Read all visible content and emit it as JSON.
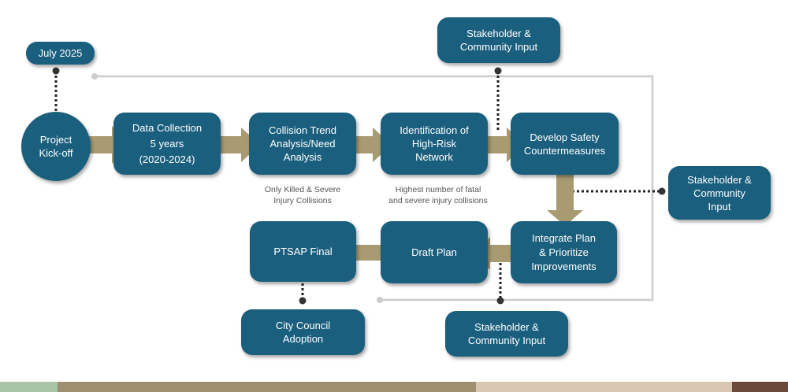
{
  "diagram": {
    "title": "PTSAP process flow",
    "nodes": {
      "start_date": "July 2025",
      "kickoff": "Project\nKick-off",
      "data_collection": "Data Collection\n5 years\n(2020-2024)",
      "collision_trend": "Collision Trend\nAnalysis/Need\nAnalysis",
      "high_risk": "Identification of\nHigh-Risk\nNetwork",
      "countermeasures": "Develop Safety\nCountermeasures",
      "integrate": "Integrate Plan\n& Prioritize\nImprovements",
      "draft_plan": "Draft Plan",
      "ptsap_final": "PTSAP Final",
      "council": "City Council\nAdoption",
      "stakeholder_top": "Stakeholder &\nCommunity Input",
      "stakeholder_right": "Stakeholder  &\nCommunity\nInput",
      "stakeholder_bottom": "Stakeholder  &\nCommunity Input"
    },
    "notes": {
      "collision_trend": "Only Killed & Severe\nInjury Collisions",
      "high_risk": "Highest number of fatal\nand severe injury collisions"
    },
    "colors": {
      "node": "#1a5f7e",
      "arrow": "#a89b72",
      "connector": "#cccccc",
      "footer": [
        "#a8c5a8",
        "#a08f6e",
        "#d9c7b2",
        "#6b4a3c"
      ]
    }
  }
}
